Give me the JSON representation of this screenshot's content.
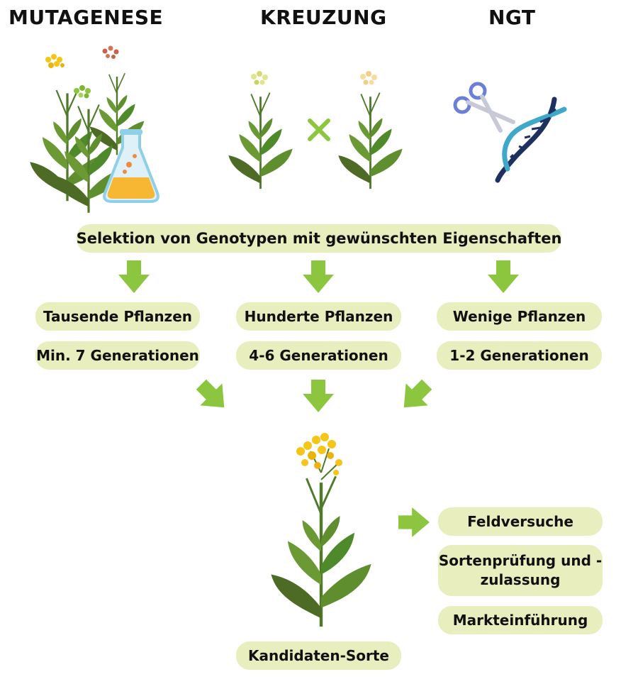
{
  "headings": {
    "mutagenese": "MUTAGENESE",
    "kreuzung": "KREUZUNG",
    "ngt": "NGT"
  },
  "selection_label": "Selektion von Genotypen mit gewünschten Eigenschaften",
  "columns": [
    {
      "plants": "Tausende Pflanzen",
      "generations": "Min. 7 Generationen"
    },
    {
      "plants": "Hunderte Pflanzen",
      "generations": "4-6 Generationen"
    },
    {
      "plants": "Wenige Pflanzen",
      "generations": "1-2 Generationen"
    }
  ],
  "candidate_label": "Kandidaten-Sorte",
  "next_steps": {
    "field_trials": "Feldversuche",
    "variety_testing_line1": "Sortenprüfung und -",
    "variety_testing_line2": "zulassung",
    "market_launch": "Markteinführung"
  },
  "colors": {
    "pill_background": "#e8eebe",
    "arrow_green": "#8cc63f",
    "leaf_green": "#4e8a2a",
    "flower_yellow": "#f5c518",
    "dna_light": "#3fa7c9",
    "dna_dark": "#1e3060",
    "scissors_blue": "#6a7fd8"
  }
}
